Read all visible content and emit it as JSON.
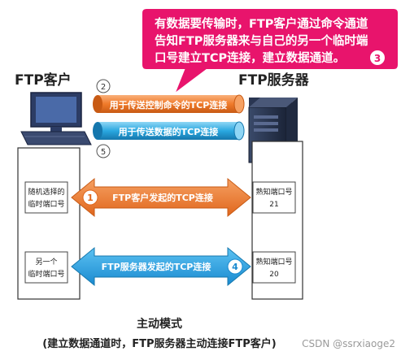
{
  "callout": {
    "line1": "有数据要传输时，FTP客户通过命令通道",
    "line2": "告知FTP服务器来与自己的另一个临时端",
    "line3": "口号建立TCP连接，建立数据通道。",
    "badge": "3"
  },
  "client": {
    "title": "FTP客户",
    "port1_line1": "随机选择的",
    "port1_line2": "临时端口号",
    "port2_line1": "另一个",
    "port2_line2": "临时端口号"
  },
  "server": {
    "title": "FTP服务器",
    "port1_line1": "熟知端口号",
    "port1_line2": "21",
    "port2_line1": "熟知端口号",
    "port2_line2": "20"
  },
  "connections": {
    "control_pipe": "用于传送控制命令的TCP连接",
    "data_pipe": "用于传送数据的TCP连接",
    "arrow_client": "FTP客户发起的TCP连接",
    "arrow_server": "FTP服务器发起的TCP连接"
  },
  "steps": {
    "s1": "1",
    "s2": "2",
    "s4": "4",
    "s5": "5"
  },
  "caption": {
    "title": "主动模式",
    "subtitle": "(建立数据通道时，FTP服务器主动连接FTP客户)"
  },
  "watermark": "CSDN @ssrxiaoge2",
  "colors": {
    "callout": "#e8146c",
    "control_pipe": "#f07a2a",
    "data_pipe": "#2aa8e0",
    "arrow_orange": "#f07a2a",
    "arrow_blue": "#28a0e6"
  }
}
